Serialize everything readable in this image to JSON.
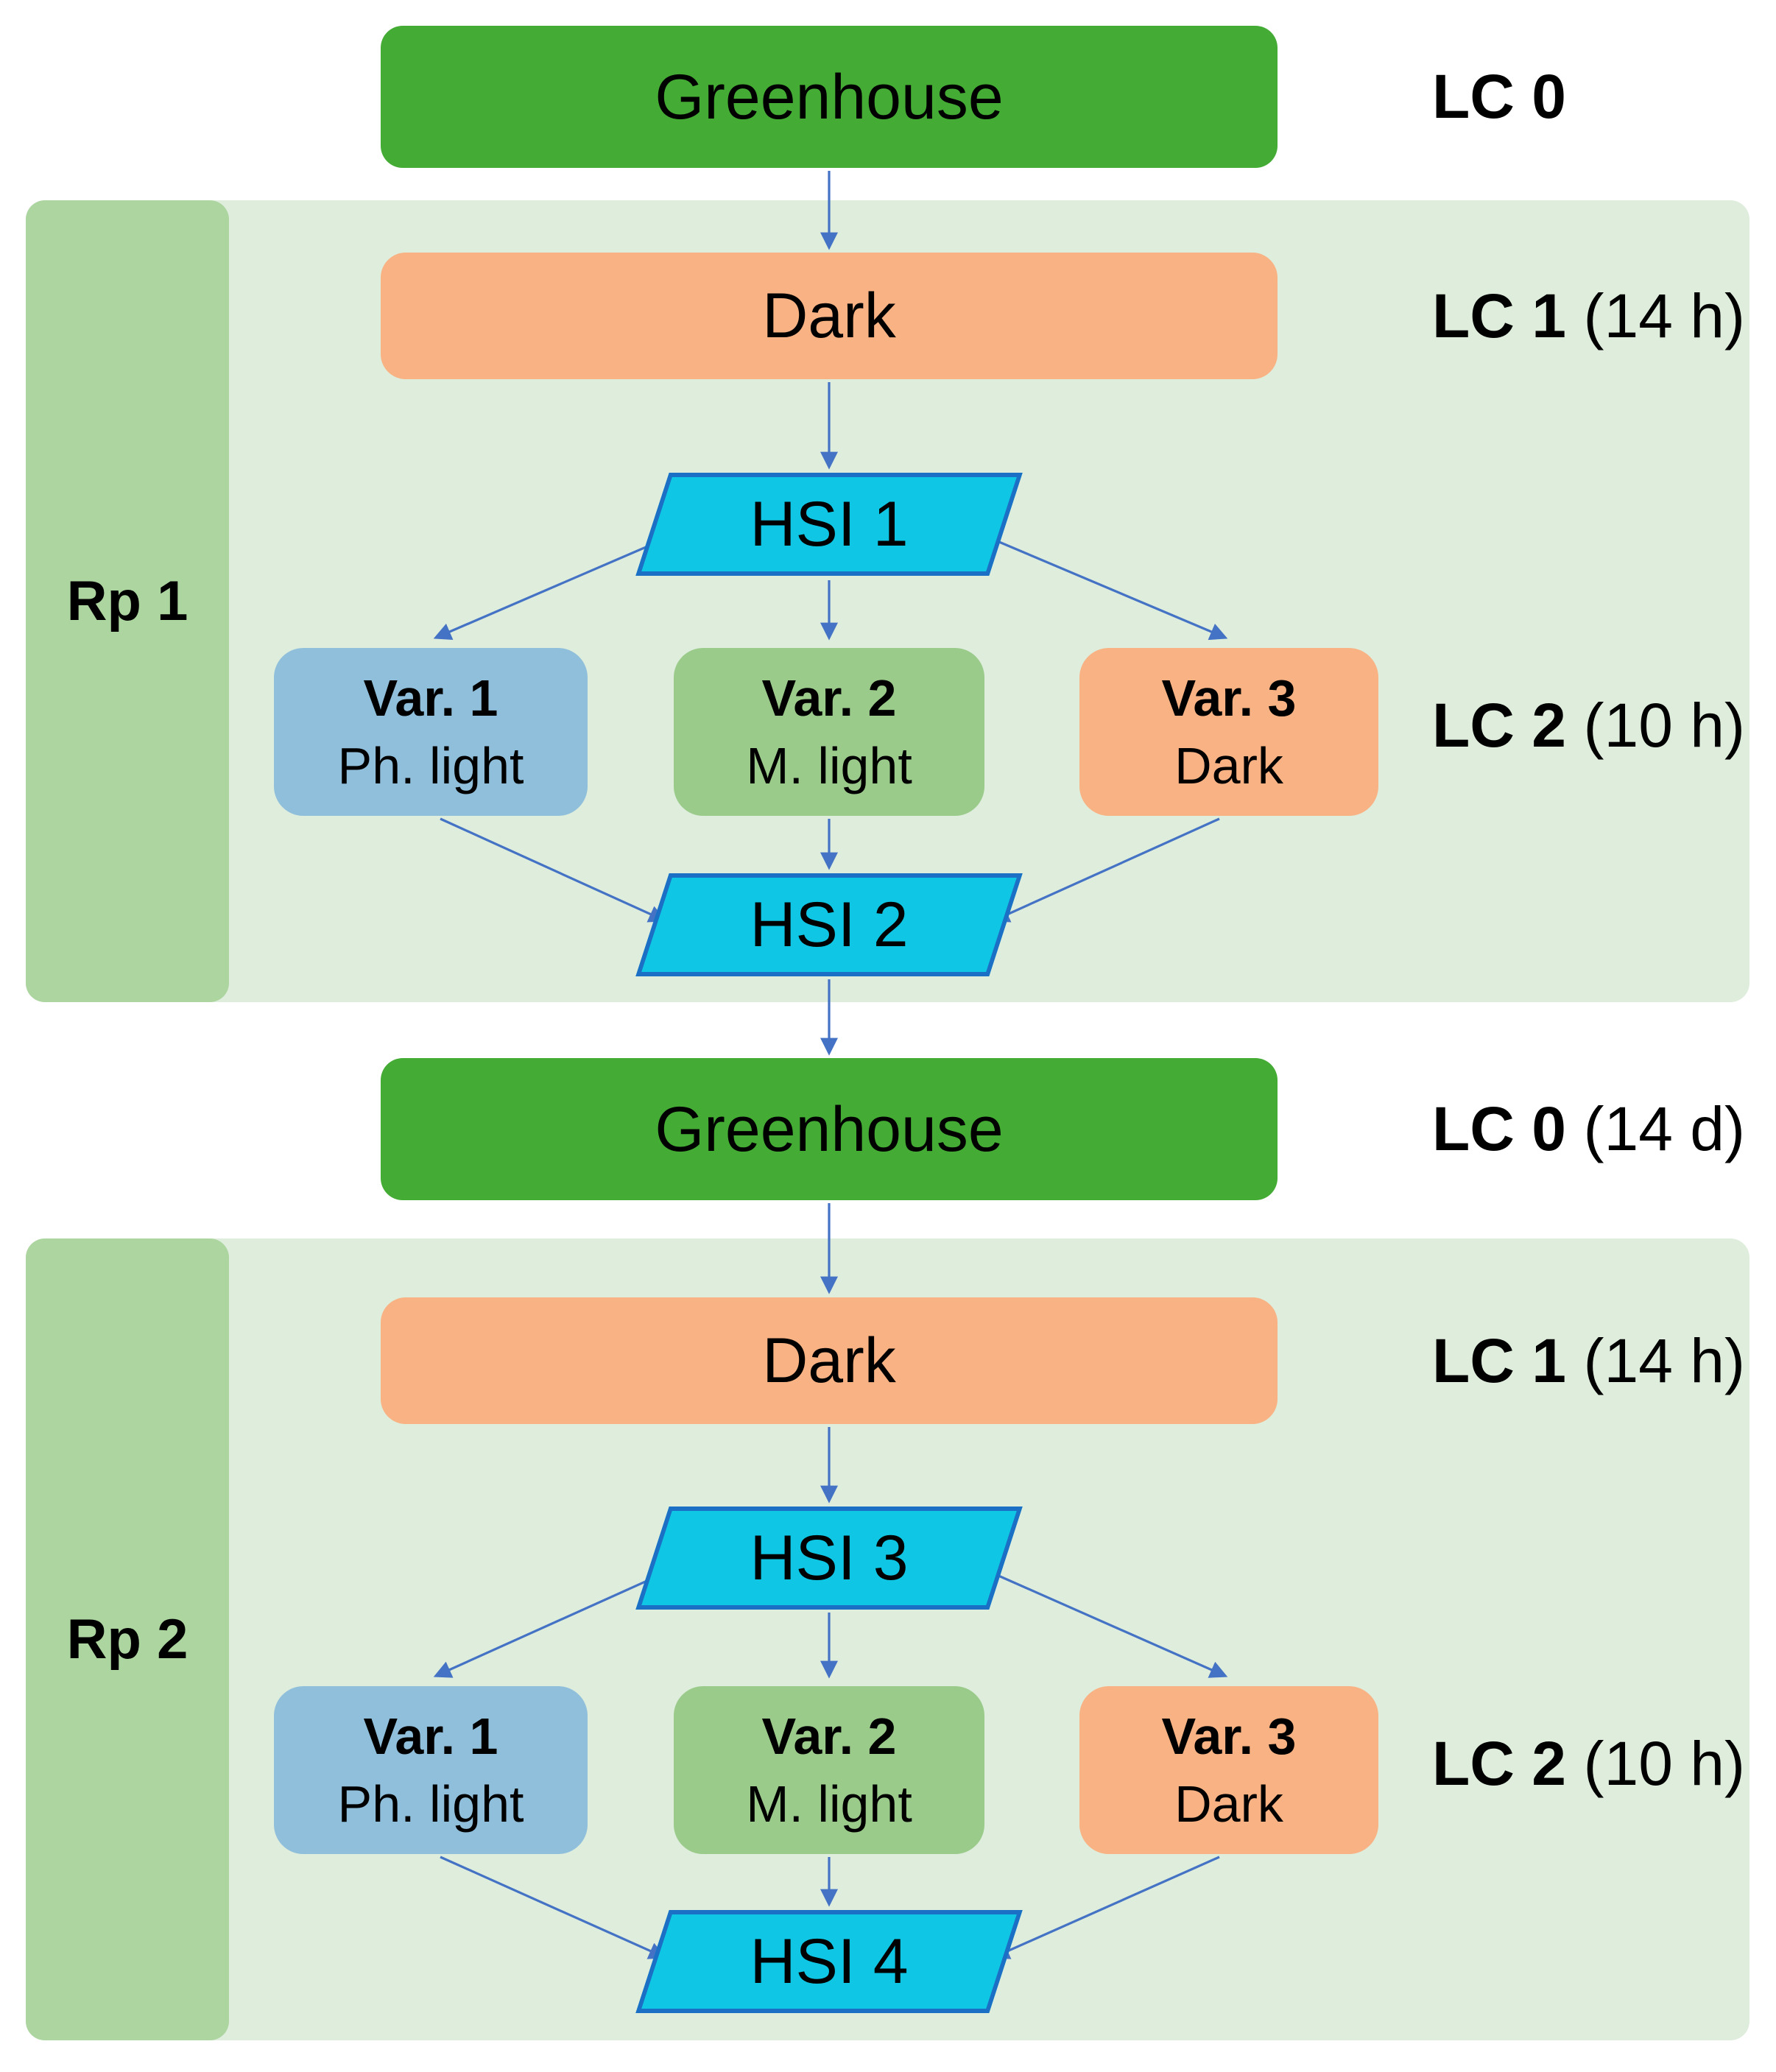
{
  "palette": {
    "green_box": "#44AC35",
    "orange_box": "#F9B283",
    "blue_var_box": "#90BFDB",
    "green_var_box": "#9ACB8A",
    "cyan_box": "#0FC7E5",
    "cyan_border": "#1B6FC4",
    "panel_bg": "#DEEDDC",
    "sidebar_bg": "#ACD5A0",
    "arrow": "#4472C4",
    "text": "#000000"
  },
  "stage_top": {
    "box_label": "Greenhouse",
    "side_label": {
      "bold": "LC 0",
      "rest": ""
    }
  },
  "stage_mid": {
    "box_label": "Greenhouse",
    "side_label": {
      "bold": "LC 0",
      "rest": "(14 d)"
    }
  },
  "rounds": [
    {
      "name": "Rp 1",
      "dark_box": "Dark",
      "lc1_label": {
        "bold": "LC 1",
        "rest": "(14 h)"
      },
      "hsi_in": "HSI 1",
      "variants": [
        {
          "title": "Var. 1",
          "subtitle": "Ph. light"
        },
        {
          "title": "Var. 2",
          "subtitle": "M. light"
        },
        {
          "title": "Var. 3",
          "subtitle": "Dark"
        }
      ],
      "lc2_label": {
        "bold": "LC 2",
        "rest": "(10 h)"
      },
      "hsi_out": "HSI 2"
    },
    {
      "name": "Rp 2",
      "dark_box": "Dark",
      "lc1_label": {
        "bold": "LC 1",
        "rest": "(14 h)"
      },
      "hsi_in": "HSI 3",
      "variants": [
        {
          "title": "Var. 1",
          "subtitle": "Ph. light"
        },
        {
          "title": "Var. 2",
          "subtitle": "M. light"
        },
        {
          "title": "Var. 3",
          "subtitle": "Dark"
        }
      ],
      "lc2_label": {
        "bold": "LC 2",
        "rest": "(10 h)"
      },
      "hsi_out": "HSI 4"
    }
  ]
}
